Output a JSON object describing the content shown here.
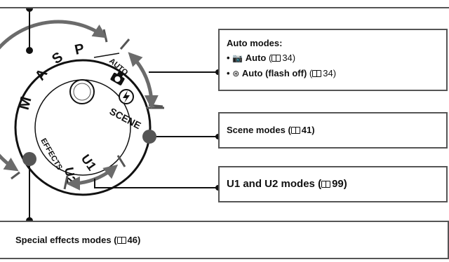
{
  "auto": {
    "heading": "Auto modes:",
    "item1_icon": "auto-camera-icon",
    "item1_label": "Auto",
    "item1_page": "34",
    "item2_icon": "flash-off-icon",
    "item2_label": "Auto (flash off)",
    "item2_page": "34"
  },
  "scene": {
    "label": "Scene modes",
    "page": "41"
  },
  "user": {
    "label_bold": "U1 and U2",
    "label_rest": "modes",
    "page": "99"
  },
  "effects": {
    "label": "Special effects modes",
    "page": "46"
  },
  "dial": {
    "labels": {
      "M": "M",
      "A": "A",
      "S": "S",
      "P": "P",
      "AUTO": "AUTO",
      "SCENE": "SCENE",
      "EFFECTS": "EFFECTS",
      "U1": "U1",
      "U2": "U2"
    }
  },
  "colors": {
    "arrow": "#6b6b6b",
    "line": "#111111",
    "border": "#555555"
  }
}
